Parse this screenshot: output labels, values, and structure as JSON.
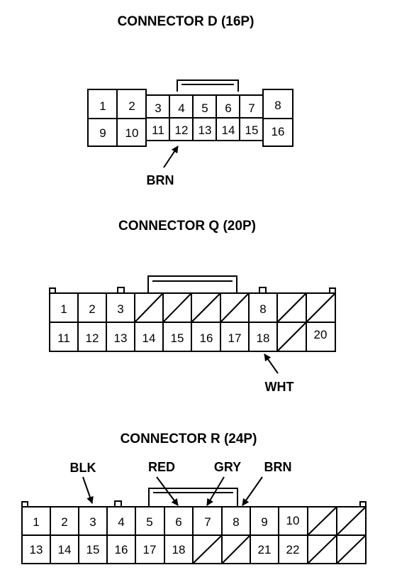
{
  "connectors": [
    {
      "title": "CONNECTOR D (16P)",
      "pins": [
        "1",
        "2",
        "3",
        "4",
        "5",
        "6",
        "7",
        "8",
        "9",
        "10",
        "11",
        "12",
        "13",
        "14",
        "15",
        "16"
      ],
      "wires": [
        {
          "label": "BRN",
          "pin": "12"
        }
      ]
    },
    {
      "title": "CONNECTOR Q (20P)",
      "pins": [
        "1",
        "2",
        "3",
        "8",
        "11",
        "12",
        "13",
        "14",
        "15",
        "16",
        "17",
        "18",
        "20"
      ],
      "unused_cavities": 7,
      "wires": [
        {
          "label": "WHT",
          "pin": "18"
        }
      ]
    },
    {
      "title": "CONNECTOR R (24P)",
      "pins": [
        "1",
        "2",
        "3",
        "4",
        "5",
        "6",
        "7",
        "8",
        "9",
        "10",
        "13",
        "14",
        "15",
        "16",
        "17",
        "18",
        "21",
        "22"
      ],
      "unused_cavities": 6,
      "wires": [
        {
          "label": "BLK",
          "pin": "3"
        },
        {
          "label": "RED",
          "pin": "6"
        },
        {
          "label": "GRY",
          "pin": "7"
        },
        {
          "label": "BRN",
          "pin": "8"
        }
      ]
    }
  ]
}
